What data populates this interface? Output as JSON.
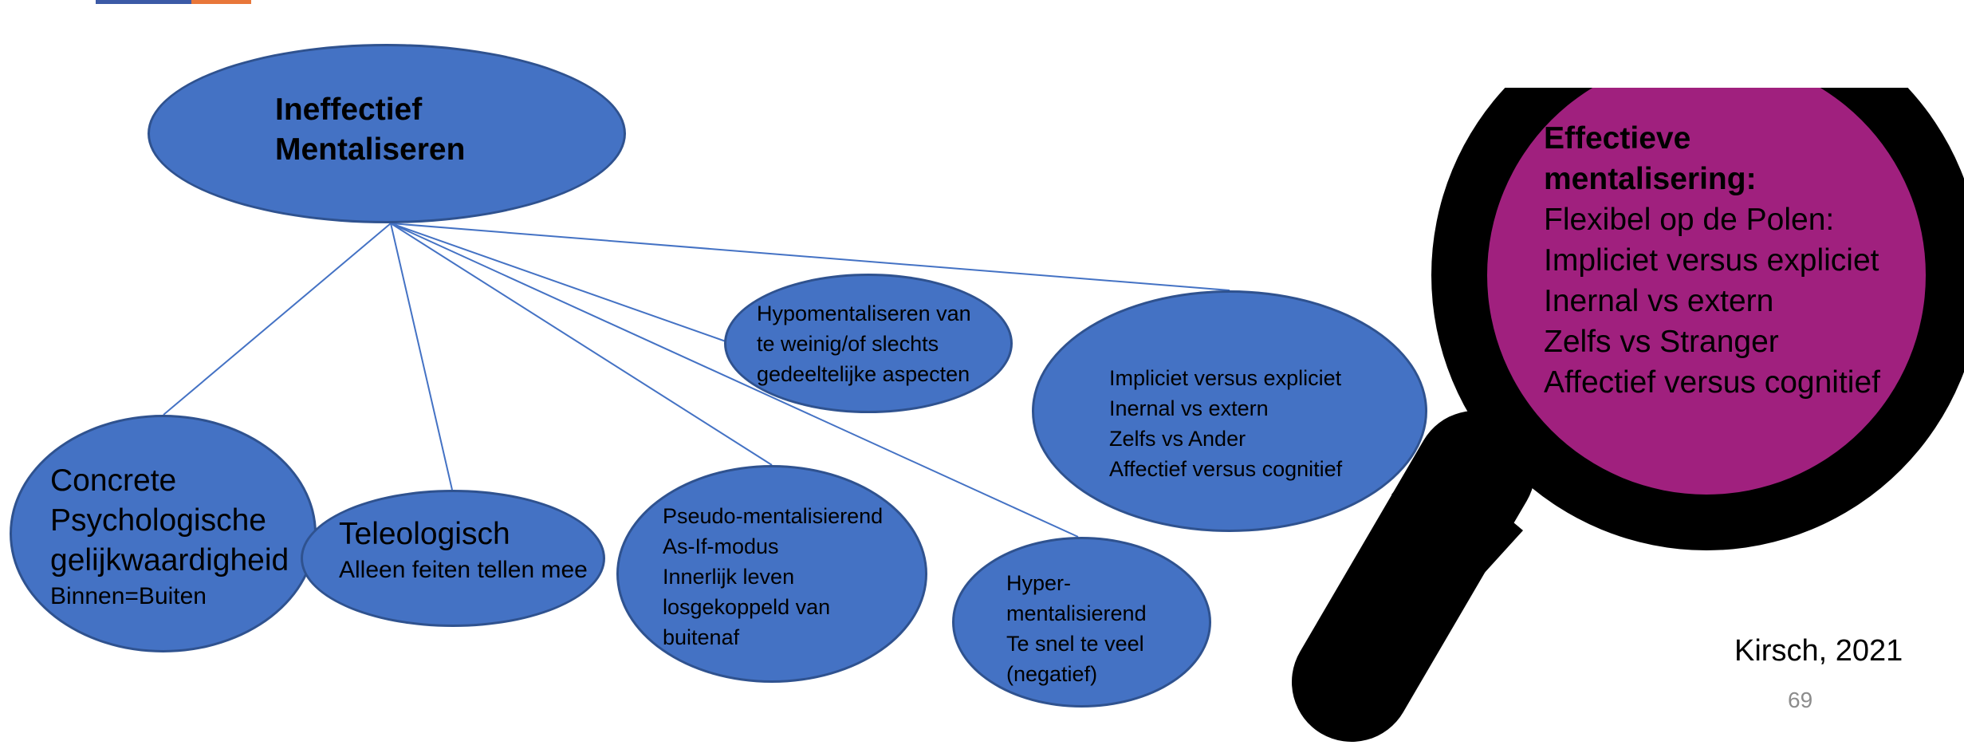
{
  "colors": {
    "node_fill": "#4472c4",
    "node_border": "#2f528f",
    "magnifier_lens": "#a0207e",
    "magnifier_frame": "#000000",
    "accent_left": "#3c5aa6",
    "accent_right": "#e8773a"
  },
  "root": {
    "lines": [
      "Ineffectief",
      "Mentaliseren"
    ]
  },
  "nodes": {
    "concrete": {
      "lines": [
        "Concrete",
        "Psychologische",
        "gelijkwaardigheid",
        "Binnen=Buiten"
      ]
    },
    "teleologisch": {
      "lines": [
        "Teleologisch",
        "Alleen feiten tellen mee"
      ]
    },
    "pseudo": {
      "lines": [
        "Pseudo-mentalisierend",
        "As-If-modus",
        "Innerlijk leven",
        "losgekoppeld van",
        "buitenaf"
      ]
    },
    "hyper": {
      "lines": [
        "Hyper-",
        "mentalisierend",
        "Te snel te veel",
        "(negatief)"
      ]
    },
    "hypo": {
      "lines": [
        "Hypomentaliseren van",
        "te weinig/of slechts",
        "gedeeltelijke aspecten"
      ]
    },
    "polen": {
      "lines": [
        "Impliciet versus expliciet",
        "Inernal vs extern",
        "Zelfs vs Ander",
        "Affectief versus cognitief"
      ]
    }
  },
  "magnifier": {
    "icon": "magnifying-glass-icon",
    "heading_lines": [
      "Effectieve",
      "mentalisering:"
    ],
    "lines": [
      "Flexibel op de Polen:",
      "Impliciet versus expliciet",
      "Inernal vs extern",
      "Zelfs vs Stranger",
      "Affectief versus cognitief"
    ]
  },
  "citation": "Kirsch, 2021",
  "slide_number": "69"
}
